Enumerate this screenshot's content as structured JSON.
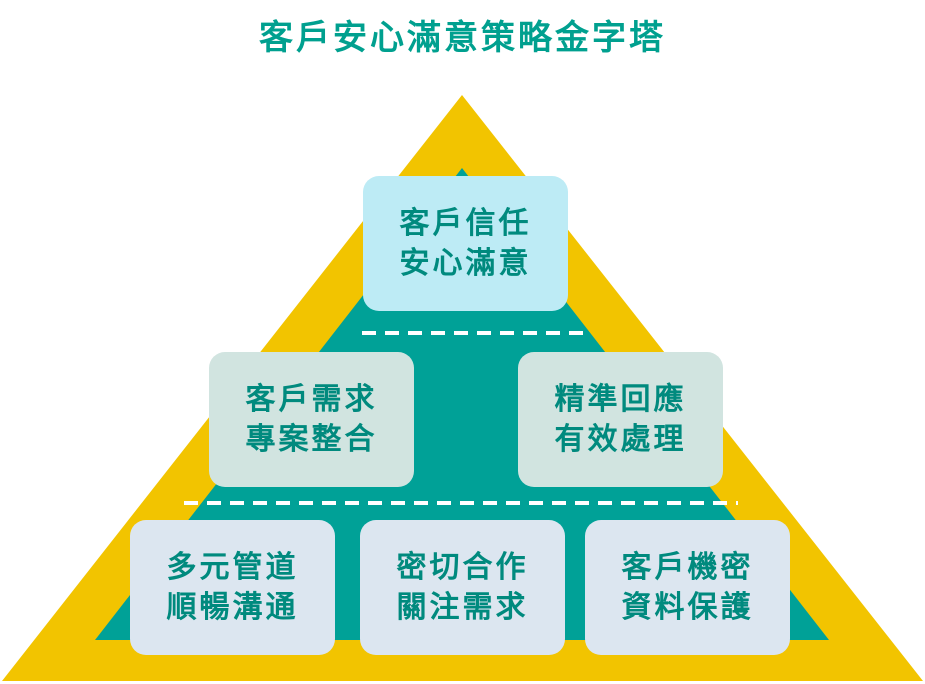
{
  "title": "客戶安心滿意策略金字塔",
  "colors": {
    "title": "#00A08F",
    "outer_triangle": "#F2C400",
    "inner_triangle": "#00A197",
    "divider": "#FFFFFF",
    "tier_top": "#BDEBF5",
    "tier_mid": "#D1E4E0",
    "tier_bottom": "#DCE6F0",
    "box_text": "#008A7E"
  },
  "tiers": {
    "top": [
      {
        "line1": "客戶信任",
        "line2": "安心滿意"
      }
    ],
    "middle": [
      {
        "line1": "客戶需求",
        "line2": "專案整合"
      },
      {
        "line1": "精準回應",
        "line2": "有效處理"
      }
    ],
    "bottom": [
      {
        "line1": "多元管道",
        "line2": "順暢溝通"
      },
      {
        "line1": "密切合作",
        "line2": "關注需求"
      },
      {
        "line1": "客戶機密",
        "line2": "資料保護"
      }
    ]
  }
}
